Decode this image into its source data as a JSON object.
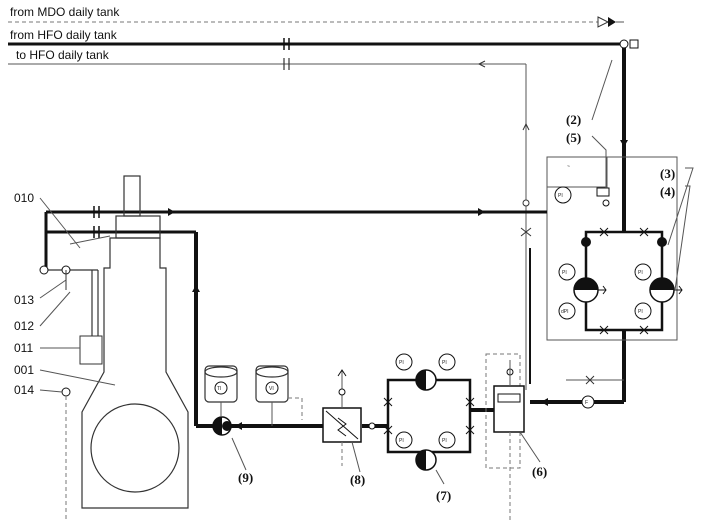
{
  "supply_lines": {
    "mdo": "from MDO daily tank",
    "hfo_from": "from HFO daily tank",
    "hfo_to": "to HFO daily tank"
  },
  "engine_labels": {
    "l010": "010",
    "l013": "013",
    "l012": "012",
    "l011": "011",
    "l001": "001",
    "l014": "014"
  },
  "component_numbers": {
    "c2": "(2)",
    "c5": "(5)",
    "c3": "(3)",
    "c4": "(4)",
    "c6": "(6)",
    "c7": "(7)",
    "c8": "(8)",
    "c9": "(9)"
  },
  "instrument_tags": {
    "pi": "PI",
    "ti": "TI",
    "vi": "VI",
    "dp": "dPI"
  },
  "colors": {
    "line": "#111111",
    "pipe_thin": "#555555",
    "dashed": "#777777",
    "background": "#ffffff"
  }
}
